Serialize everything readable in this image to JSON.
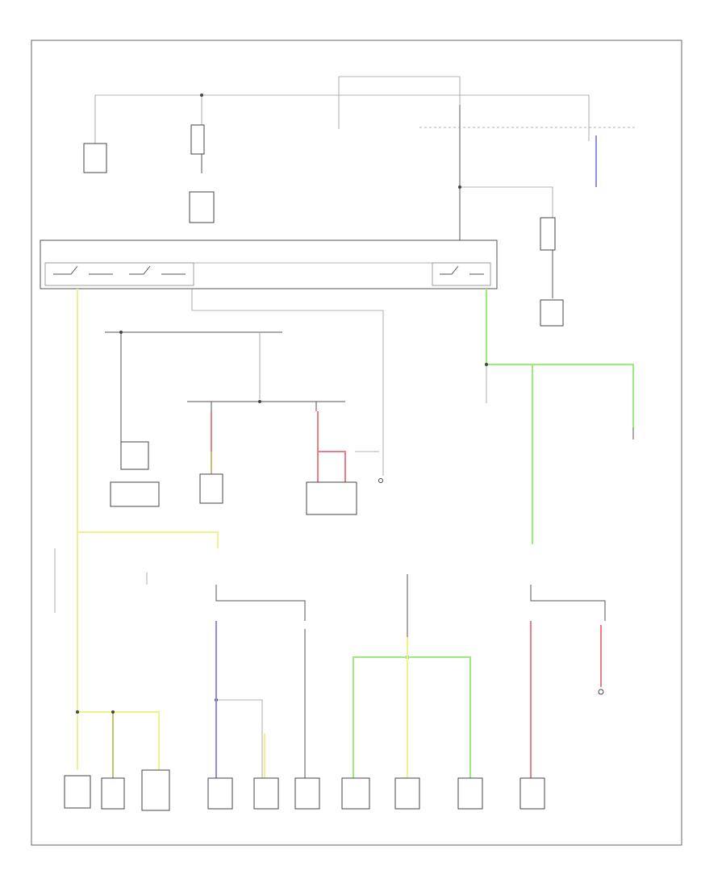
{
  "diagram": {
    "corner_label": "",
    "note_label": "",
    "colors": {
      "yellow": "#f2f28a",
      "green": "#9cee7a",
      "red": "#f07a86",
      "blue": "#8d8df0",
      "olive": "#c8c070",
      "line": "#555555",
      "frame": "#666666"
    },
    "components": [
      {
        "id": "generator"
      },
      {
        "id": "relay-top-left"
      },
      {
        "id": "starter-relay"
      },
      {
        "id": "relay-right"
      },
      {
        "id": "ecm-left"
      },
      {
        "id": "horn"
      },
      {
        "id": "fan-relay"
      },
      {
        "id": "igniter"
      },
      {
        "id": "sensor"
      },
      {
        "id": "lamp-1"
      },
      {
        "id": "lamp-2"
      },
      {
        "id": "lamp-3"
      },
      {
        "id": "lamp-4"
      },
      {
        "id": "lamp-5"
      },
      {
        "id": "lamp-6"
      },
      {
        "id": "lamp-7"
      },
      {
        "id": "lamp-8"
      },
      {
        "id": "lamp-9"
      },
      {
        "id": "lamp-10"
      }
    ]
  }
}
